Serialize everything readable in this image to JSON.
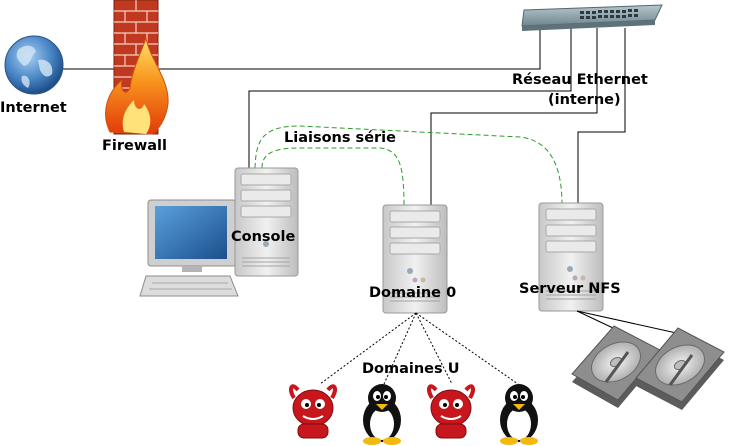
{
  "labels": {
    "internet": "Internet",
    "firewall": "Firewall",
    "reseau_line1": "Réseau Ethernet",
    "reseau_line2": "(interne)",
    "liaisons": "Liaisons série",
    "console": "Console",
    "domaine0": "Domaine 0",
    "serveur_nfs": "Serveur NFS",
    "domaines_u": "Domaines U"
  },
  "colors": {
    "ethernet_link": "#000000",
    "serial_link": "#2e9a2e",
    "firewall_brick": "#c0391f",
    "flame": "#f39c12",
    "globe": "#4a86c5",
    "switch": "#8fa4ad",
    "server_body": "#d9d9d9",
    "daemon_red": "#c8161d"
  },
  "icons": {
    "internet": "globe-icon",
    "firewall": "firewall-icon",
    "switch": "network-switch-icon",
    "console_monitor": "monitor-icon",
    "server": "server-tower-icon",
    "disk": "hard-disk-icon",
    "bsd": "bsd-daemon-icon",
    "linux": "tux-penguin-icon"
  }
}
